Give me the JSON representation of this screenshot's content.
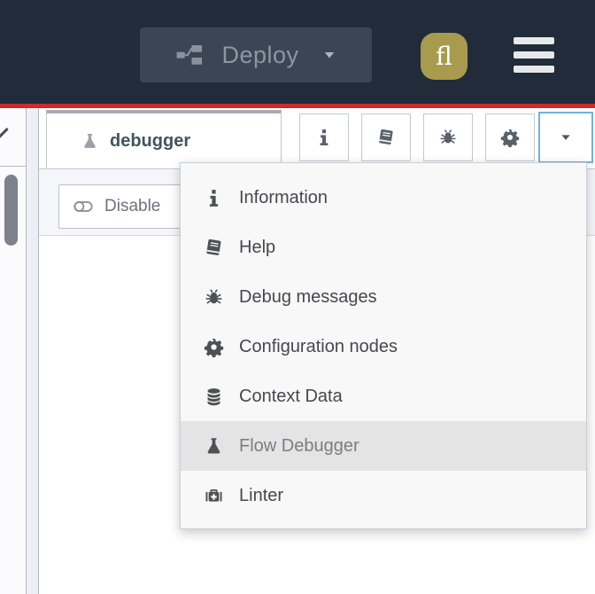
{
  "header": {
    "bg_color": "#212b3a",
    "accent_line_color": "#cc2b2b",
    "deploy": {
      "label": "Deploy",
      "icon": "deploy-nodes",
      "caret_icon": "caret-down"
    },
    "avatar": {
      "initials": "fl",
      "bg_color": "#a89b4e"
    },
    "menu_icon": "hamburger"
  },
  "workspace": {
    "chevron_icon": "chevron-down"
  },
  "sidebar": {
    "tab": {
      "label": "debugger",
      "icon": "flask"
    },
    "toolbar": [
      {
        "name": "information",
        "icon": "info"
      },
      {
        "name": "help",
        "icon": "book"
      },
      {
        "name": "debug-messages",
        "icon": "bug"
      },
      {
        "name": "configuration-nodes",
        "icon": "gear"
      },
      {
        "name": "open-menu",
        "icon": "caret-down",
        "focused": true,
        "focus_color": "#6db2ea"
      }
    ],
    "disable_button": {
      "label": "Disable",
      "icon": "toggle-off"
    }
  },
  "dropdown_menu": {
    "highlight_color": "#e4e4e5",
    "items": [
      {
        "label": "Information",
        "icon": "info",
        "highlighted": false
      },
      {
        "label": "Help",
        "icon": "book",
        "highlighted": false
      },
      {
        "label": "Debug messages",
        "icon": "bug",
        "highlighted": false
      },
      {
        "label": "Configuration nodes",
        "icon": "gear",
        "highlighted": false
      },
      {
        "label": "Context Data",
        "icon": "database",
        "highlighted": false
      },
      {
        "label": "Flow Debugger",
        "icon": "flask",
        "highlighted": true
      },
      {
        "label": "Linter",
        "icon": "medkit",
        "highlighted": false
      }
    ]
  }
}
